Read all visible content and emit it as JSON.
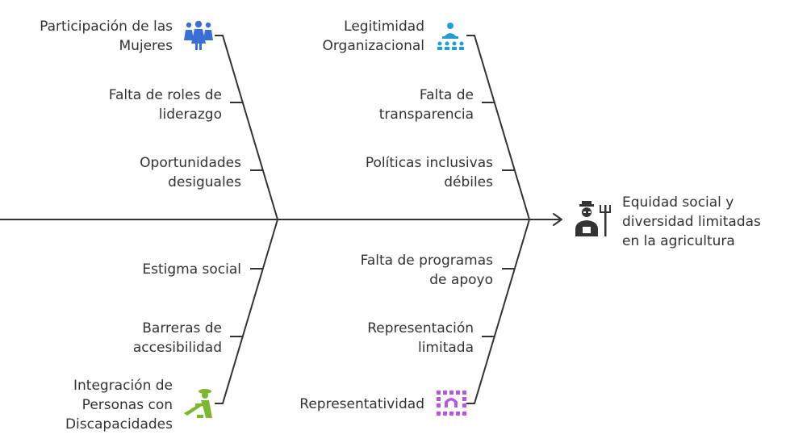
{
  "effect": {
    "text": "Equidad social y\ndiversidad limitadas\nen la agricultura",
    "icon": "farmer-pitchfork-icon"
  },
  "categories": {
    "women": {
      "label": "Participación de las\nMujeres",
      "icon": "women-group-icon",
      "color": "#3b6fd8"
    },
    "legitimacy": {
      "label": "Legitimidad\nOrganizacional",
      "icon": "leader-audience-icon",
      "color": "#1f9fd6"
    },
    "disability": {
      "label": "Integración de\nPersonas con\nDiscapacidades",
      "icon": "person-farming-icon",
      "color": "#7cb82f"
    },
    "representation": {
      "label": "Representatividad",
      "icon": "representation-grid-icon",
      "color": "#b855e6"
    }
  },
  "causes": {
    "women": [
      "Falta de roles de\nliderazgo",
      "Oportunidades\ndesiguales"
    ],
    "legitimacy": [
      "Falta de\ntransparencia",
      "Políticas inclusivas\ndébiles"
    ],
    "disability": [
      "Estigma social",
      "Barreras de\naccesibilidad"
    ],
    "representation": [
      "Falta de programas\nde apoyo",
      "Representación\nlimitada"
    ]
  },
  "colors": {
    "line": "#333333",
    "text": "#333333"
  }
}
